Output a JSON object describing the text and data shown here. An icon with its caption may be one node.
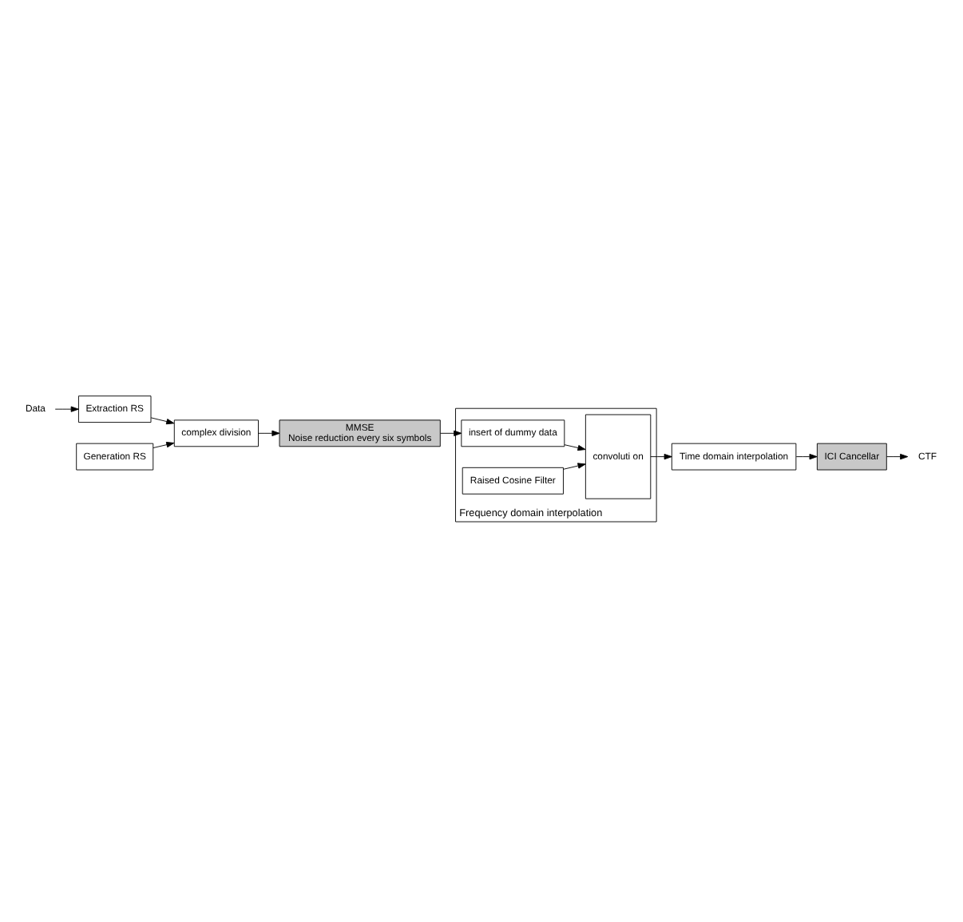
{
  "diagram": {
    "nodes": [
      {
        "text": [
          "Data"
        ]
      },
      {
        "text": [
          "Extraction RS"
        ]
      },
      {
        "text": [
          "complex division"
        ]
      },
      {
        "text": [
          "Generation RS"
        ]
      },
      {
        "text": [
          "MMSE",
          "Noise reduction every six symbols"
        ]
      },
      {
        "text": [
          "Frequency domain interpolation"
        ]
      },
      {
        "text": [
          "insert of dummy data"
        ],
        "in": 5
      },
      {
        "text": [
          "Raised Cosine Filter"
        ],
        "in": 5
      },
      {
        "text": [
          "convoluti on"
        ],
        "in": 5
      },
      {
        "text": [
          "Time domain interpolation"
        ]
      },
      {
        "text": [
          "ICI Cancellar"
        ]
      },
      {
        "text": [
          "CTF"
        ]
      }
    ],
    "edges": [
      {
        "from": 0,
        "to": 1,
        "arrow": "to"
      },
      {
        "from": 1,
        "to": 2,
        "arrow": "to"
      },
      {
        "from": 3,
        "to": 2,
        "arrow": "to"
      },
      {
        "from": 2,
        "to": 4,
        "arrow": "to"
      },
      {
        "from": 4,
        "to": 6,
        "arrow": "to"
      },
      {
        "from": 6,
        "to": 8,
        "arrow": "to"
      },
      {
        "from": 7,
        "to": 8,
        "arrow": "to"
      },
      {
        "from": 8,
        "to": 9,
        "arrow": "to"
      },
      {
        "from": 9,
        "to": 10,
        "arrow": "to"
      },
      {
        "from": 10,
        "to": 11,
        "arrow": "to"
      }
    ]
  }
}
